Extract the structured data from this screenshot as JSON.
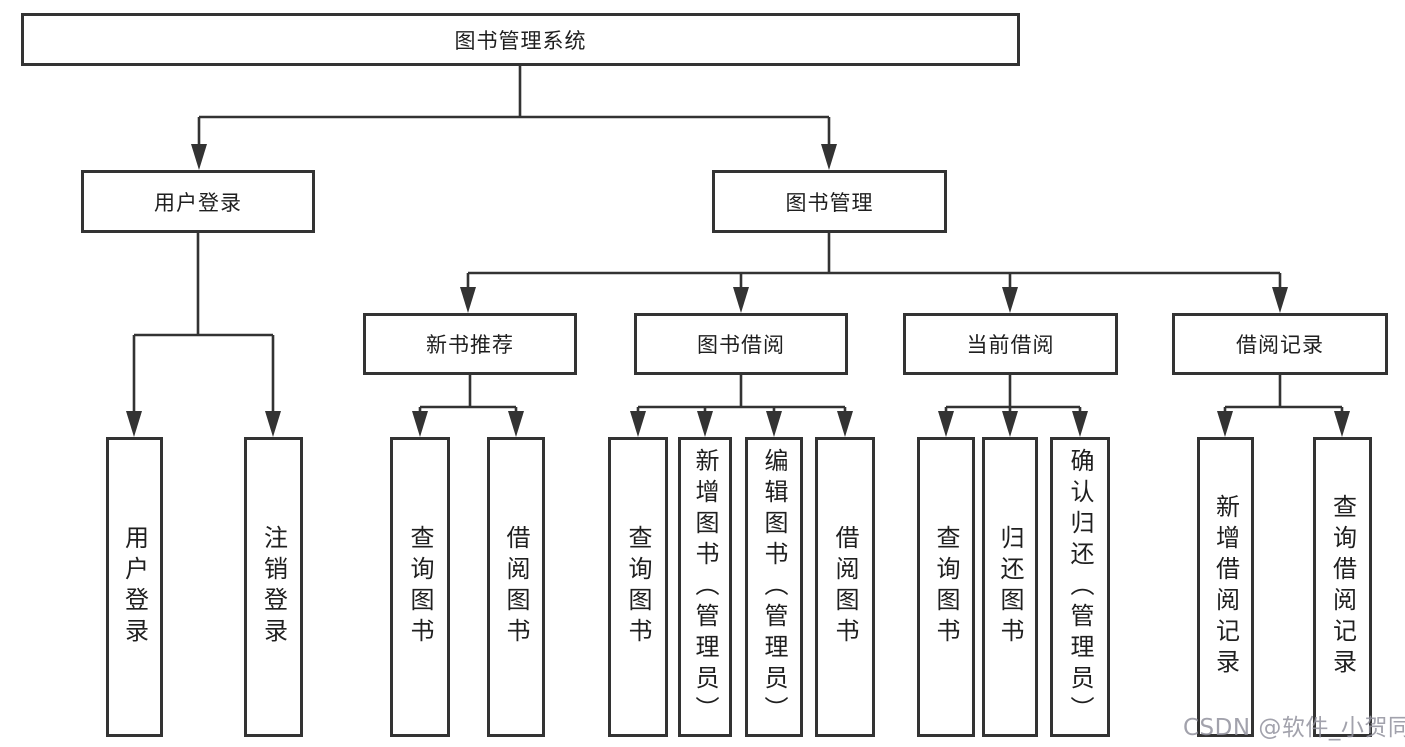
{
  "diagram": {
    "root": {
      "label": "图书管理系统"
    },
    "branches": [
      {
        "label": "用户登录",
        "children": [
          {
            "label": "用户登录"
          },
          {
            "label": "注销登录"
          }
        ]
      },
      {
        "label": "图书管理",
        "children": [
          {
            "label": "新书推荐",
            "children": [
              {
                "label": "查询图书"
              },
              {
                "label": "借阅图书"
              }
            ]
          },
          {
            "label": "图书借阅",
            "children": [
              {
                "label": "查询图书"
              },
              {
                "label": "新增图书（管理员）"
              },
              {
                "label": "编辑图书（管理员）"
              },
              {
                "label": "借阅图书"
              }
            ]
          },
          {
            "label": "当前借阅",
            "children": [
              {
                "label": "查询图书"
              },
              {
                "label": "归还图书"
              },
              {
                "label": "确认归还（管理员）"
              }
            ]
          },
          {
            "label": "借阅记录",
            "children": [
              {
                "label": "新增借阅记录"
              },
              {
                "label": "查询借阅记录"
              }
            ]
          }
        ]
      }
    ]
  },
  "watermark": {
    "text": "CSDN @软件_小贺同学"
  },
  "colors": {
    "line": "#333333",
    "text": "#1f1f1f",
    "background": "#ffffff",
    "watermark": "#92929e"
  }
}
